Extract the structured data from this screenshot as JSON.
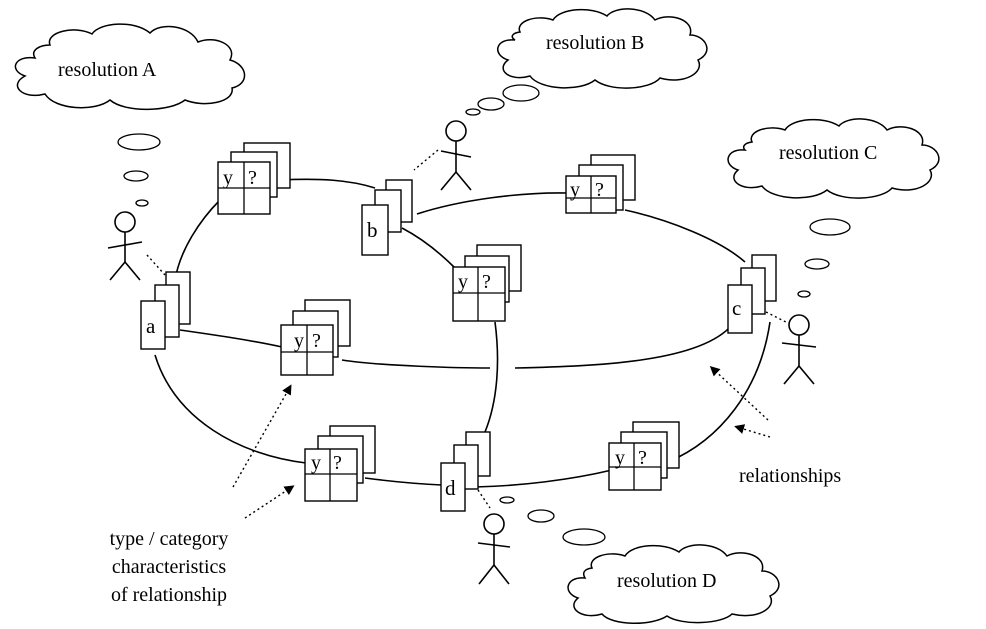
{
  "clouds": {
    "a": "resolution A",
    "b": "resolution B",
    "c": "resolution C",
    "d": "resolution D"
  },
  "entities": {
    "a": "a",
    "b": "b",
    "c": "c",
    "d": "d"
  },
  "grid": {
    "y": "y",
    "q": "?"
  },
  "labels": {
    "relationships": "relationships",
    "type_line1": "type / category",
    "type_line2": "characteristics",
    "type_line3": "of relationship"
  }
}
